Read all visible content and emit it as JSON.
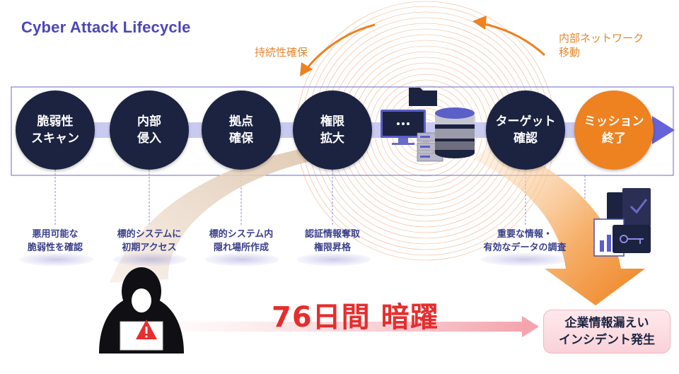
{
  "title": "Cyber Attack Lifecycle",
  "loop_labels": {
    "persistence": "持続性確保",
    "lateral": "内部ネットワーク\n移動"
  },
  "stages": [
    {
      "label": "脆弱性\nスキャン",
      "caption": "悪用可能な\n脆弱性を確認"
    },
    {
      "label": "内部\n侵入",
      "caption": "標的システムに\n初期アクセス"
    },
    {
      "label": "拠点\n確保",
      "caption": "標的システム内\n隠れ場所作成"
    },
    {
      "label": "権限\n拡大",
      "caption": "認証情報奪取\n権限昇格"
    },
    {
      "label": "ターゲット\n確認",
      "caption": "重要な情報・\n有効なデータの調査"
    },
    {
      "label": "ミッション\n終了"
    }
  ],
  "dwell": "76日間 暗躍",
  "result": "企業情報漏えい\nインシデント発生",
  "icons": [
    "hacker-icon",
    "warning-icon",
    "folder-icon",
    "monitor-icon",
    "server-icon",
    "database-icon",
    "documents-icon"
  ],
  "colors": {
    "navy": "#1c2340",
    "orange": "#ee8120",
    "red": "#e62d2d",
    "purple": "#4b46b8"
  }
}
